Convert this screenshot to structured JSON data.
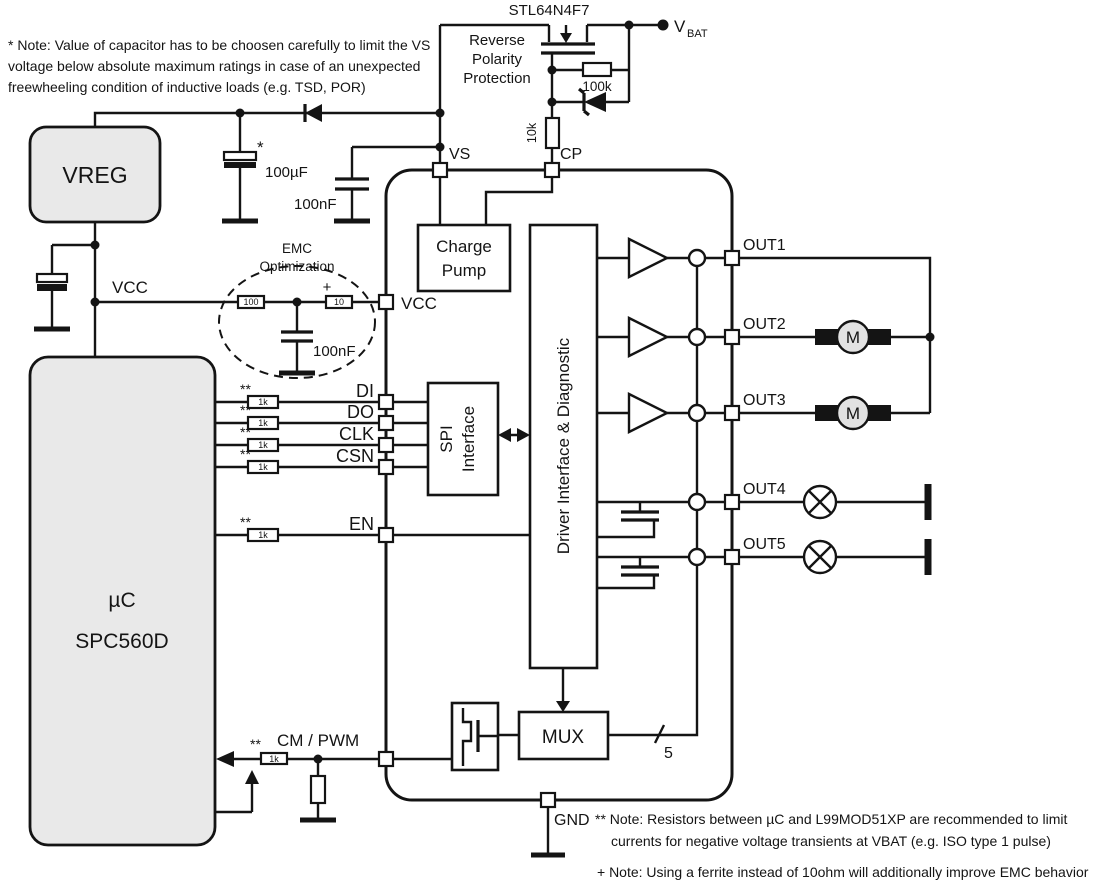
{
  "notes": {
    "capacitor": {
      "line1": "* Note: Value of capacitor has to be choosen carefully to limit the VS",
      "line2": "voltage below absolute maximum ratings in case of an unexpected",
      "line3": "freewheeling condition of inductive loads (e.g. TSD, POR)"
    },
    "resistors": {
      "line1": "** Note: Resistors between µC and L99MOD51XP are recommended to limit",
      "line2": "currents for negative voltage transients at VBAT (e.g. ISO type 1 pulse)"
    },
    "ferrite": "+ Note: Using a ferrite instead of 10ohm will additionally improve EMC behavior"
  },
  "power": {
    "mosfet_part": "STL64N4F7",
    "reverse_polarity": {
      "line1": "Reverse",
      "line2": "Polarity",
      "line3": "Protection"
    },
    "vbat_label": "V",
    "vbat_sub": "BAT",
    "r_pullup": "100k",
    "r_gate": "10k"
  },
  "supply": {
    "vreg": "VREG",
    "c_bulk_mark": "*",
    "c_bulk": "100µF",
    "c_vs": "100nF",
    "vs_pin": "VS",
    "cp_pin": "CP"
  },
  "emc": {
    "title_line1": "EMC",
    "title_line2": "Optimization",
    "vcc_net": "VCC",
    "r_series": "100",
    "r_ferrite": "10",
    "r_ferrite_mark": "+",
    "c_filter": "100nF",
    "vcc_pin": "VCC"
  },
  "mcu": {
    "line1": "µC",
    "line2": "SPC560D"
  },
  "spi": {
    "mark": "**",
    "r_value": "1k",
    "di": "DI",
    "do": "DO",
    "clk": "CLK",
    "csn": "CSN",
    "en": "EN"
  },
  "ic": {
    "charge_pump_line1": "Charge",
    "charge_pump_line2": "Pump",
    "spi_line1": "SPI",
    "spi_line2": "Interface",
    "driver": "Driver Interface & Diagnostic",
    "mux": "MUX",
    "bus_width": "5",
    "gnd_pin": "GND"
  },
  "outputs": {
    "out1": "OUT1",
    "out2": "OUT2",
    "out3": "OUT3",
    "out4": "OUT4",
    "out5": "OUT5",
    "motor": "M"
  },
  "control": {
    "cm_pwm": "CM / PWM",
    "mark": "**",
    "r_value": "1k"
  },
  "colors": {
    "line": "#1a1a1a",
    "block_fill": "#e9e9e9",
    "background": "#ffffff"
  }
}
